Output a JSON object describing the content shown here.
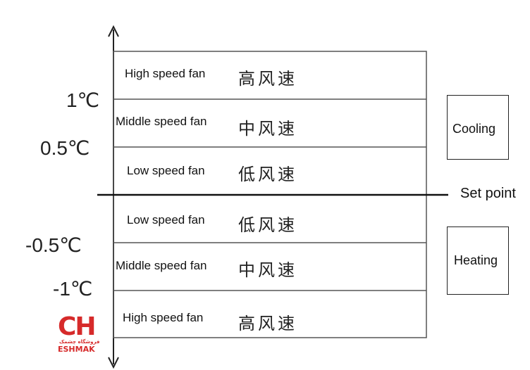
{
  "diagram": {
    "rows": [
      {
        "en": "High speed fan",
        "cn": "高风速"
      },
      {
        "en": "Middle speed fan",
        "cn": "中风速"
      },
      {
        "en": "Low speed fan",
        "cn": "低风速"
      },
      {
        "en": "Low speed fan",
        "cn": "低风速"
      },
      {
        "en": "Middle speed fan",
        "cn": "中风速"
      },
      {
        "en": "High speed fan",
        "cn": "高风速"
      }
    ],
    "axis_labels": [
      "1℃",
      "0.5℃",
      "-0.5℃",
      "-1℃"
    ],
    "setpoint_label": "Set point",
    "cooling_label": "Cooling",
    "heating_label": "Heating"
  },
  "watermark": {
    "logo_letters": "CH",
    "logo_subtext": "فروشگاه چشمک",
    "logo_brand": "ESHMAK",
    "color": "#d62a2a"
  }
}
